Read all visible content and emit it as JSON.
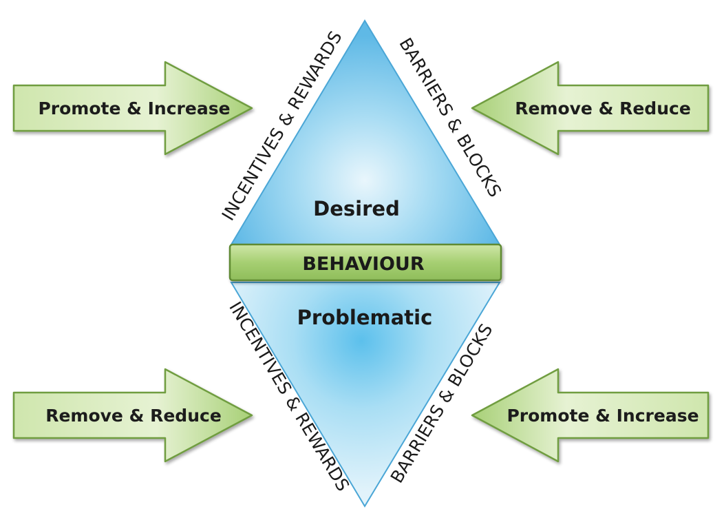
{
  "diamond": {
    "top_label": "Desired",
    "band_label": "BEHAVIOUR",
    "bottom_label": "Problematic"
  },
  "edges": {
    "upper_left": "INCENTIVES & REWARDS",
    "upper_right": "BARRIERS & BLOCKS",
    "lower_left": "INCENTIVES & REWARDS",
    "lower_right": "BARRIERS & BLOCKS"
  },
  "arrows": {
    "top_left": "Promote & Increase",
    "top_right": "Remove & Reduce",
    "bottom_left": "Remove & Reduce",
    "bottom_right": "Promote & Increase"
  },
  "colors": {
    "arrow_fill_light": "#e2f0c8",
    "arrow_fill_dark": "#8fbf5a",
    "arrow_stroke": "#6f9d3f",
    "diamond_center": "#5fc0ea",
    "diamond_edge": "#e4f4fb",
    "band_fill": "#a9cf78",
    "band_stroke": "#5e8a33"
  }
}
